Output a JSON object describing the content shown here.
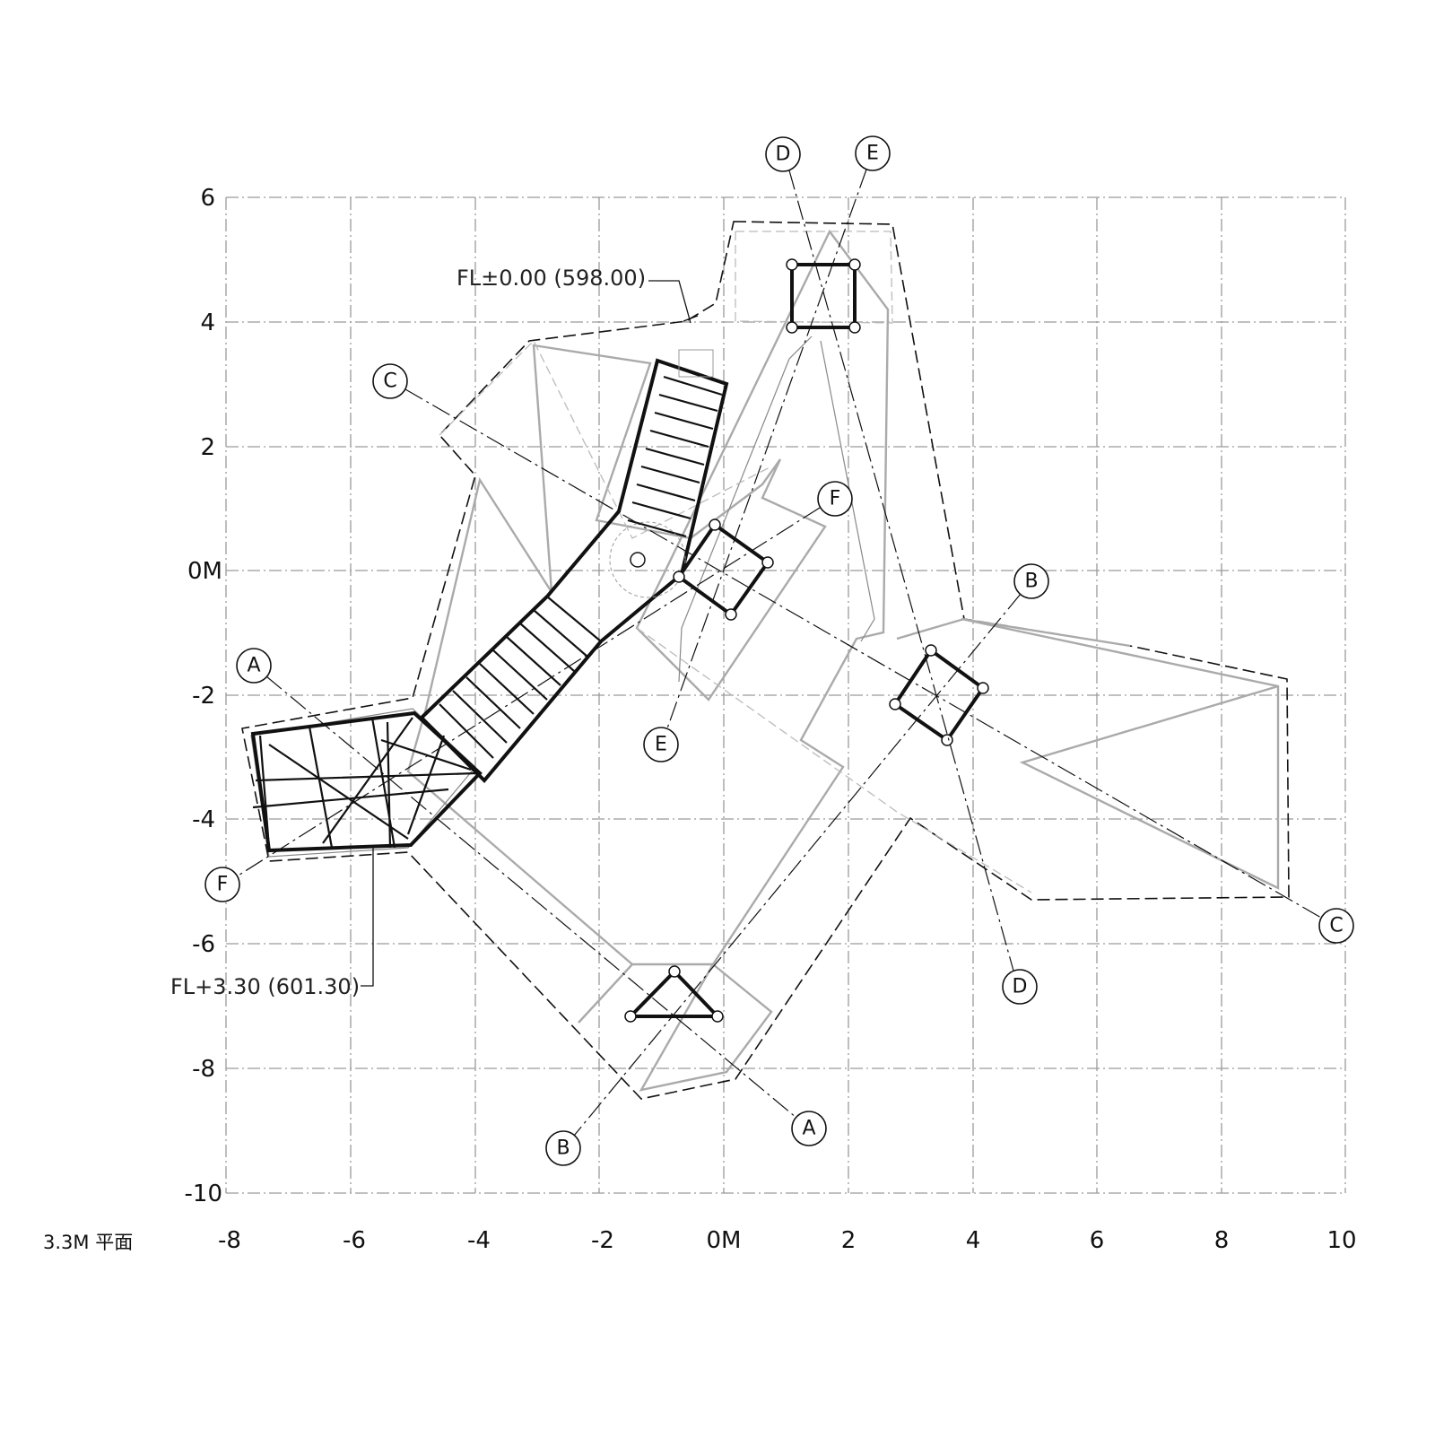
{
  "plan_title": "3.3M 平面",
  "x_ticks": [
    "-8",
    "-6",
    "-4",
    "-2",
    "0M",
    "2",
    "4",
    "6",
    "8",
    "10"
  ],
  "y_ticks": [
    "6",
    "4",
    "2",
    "0M",
    "-2",
    "-4",
    "-6",
    "-8",
    "-10"
  ],
  "grid_bubbles": {
    "A_top": "A",
    "A_bottom": "A",
    "B_top": "B",
    "B_bottom": "B",
    "C_top": "C",
    "C_bottom": "C",
    "D_top": "D",
    "D_bottom": "D",
    "E_top": "E",
    "E_bottom": "E",
    "F_top": "F",
    "F_bottom": "F"
  },
  "level_notes": {
    "upper": "FL±0.00 (598.00)",
    "lower": "FL+3.30 (601.30)"
  }
}
